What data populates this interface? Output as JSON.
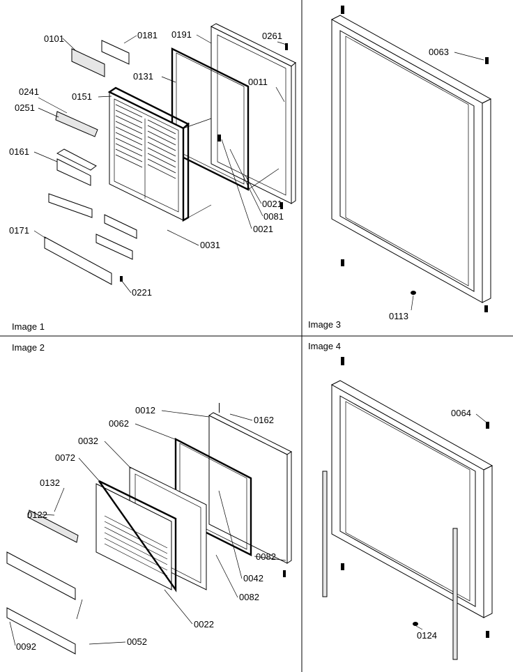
{
  "panels": [
    {
      "caption": "Image 1",
      "parts": [
        "0101",
        "0181",
        "0191",
        "0261",
        "0131",
        "0241",
        "0251",
        "0151",
        "0011",
        "0161",
        "0021",
        "0081",
        "0021",
        "0171",
        "0031",
        "0221"
      ]
    },
    {
      "caption": "Image 2",
      "parts": [
        "0012",
        "0162",
        "0062",
        "0032",
        "0072",
        "0132",
        "0122",
        "0082",
        "0042",
        "0082",
        "0022",
        "0052",
        "0092"
      ]
    },
    {
      "caption": "Image 3",
      "parts": [
        "0063",
        "0113"
      ]
    },
    {
      "caption": "Image 4",
      "parts": [
        "0064",
        "0124"
      ]
    }
  ]
}
